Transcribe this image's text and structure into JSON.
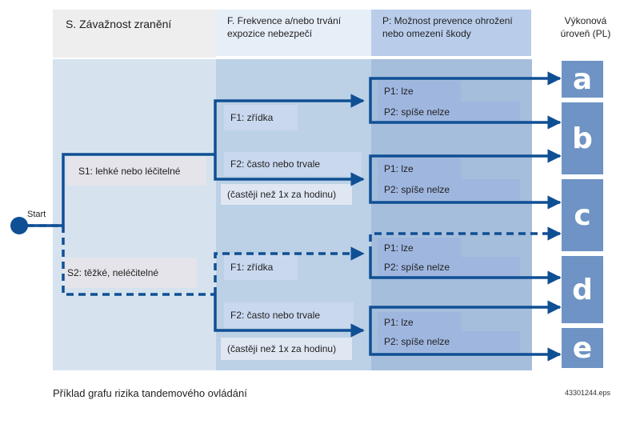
{
  "headers": {
    "severity": "S. Závažnost zranění",
    "frequency_l1": "F. Frekvence a/nebo trvání",
    "frequency_l2": "expozice nebezpečí",
    "prevention_l1": "P: Možnost prevence ohrožení",
    "prevention_l2": "nebo omezení škody",
    "level_l1": "Výkonová",
    "level_l2": "úroveň (PL)"
  },
  "start_label": "Start",
  "severity_options": {
    "s1": "S1: lehké nebo léčitelné",
    "s2": "S2: těžké, neléčitelné"
  },
  "frequency_options": {
    "f1_rare": "F1: zřídka",
    "f2_often": "F2: často nebo trvale",
    "f2_note": "(častěji než 1x za hodinu)"
  },
  "prevention_options": {
    "p1": "P1: lze",
    "p2": "P2: spíše nelze"
  },
  "levels": [
    "a",
    "b",
    "c",
    "d",
    "e"
  ],
  "caption": "Příklad grafu rizika tandemového ovládání",
  "file_ref": "43301244.eps",
  "colors": {
    "line": "#0f4f94",
    "level_tile": "#6e93c4",
    "col_s": "#d6e3ef",
    "col_f": "#bcd1e6",
    "col_p": "#a5bedc",
    "box_s": "#e4e4ea",
    "box_f": "#c9d8ee",
    "box_p": "#9fb6df"
  }
}
